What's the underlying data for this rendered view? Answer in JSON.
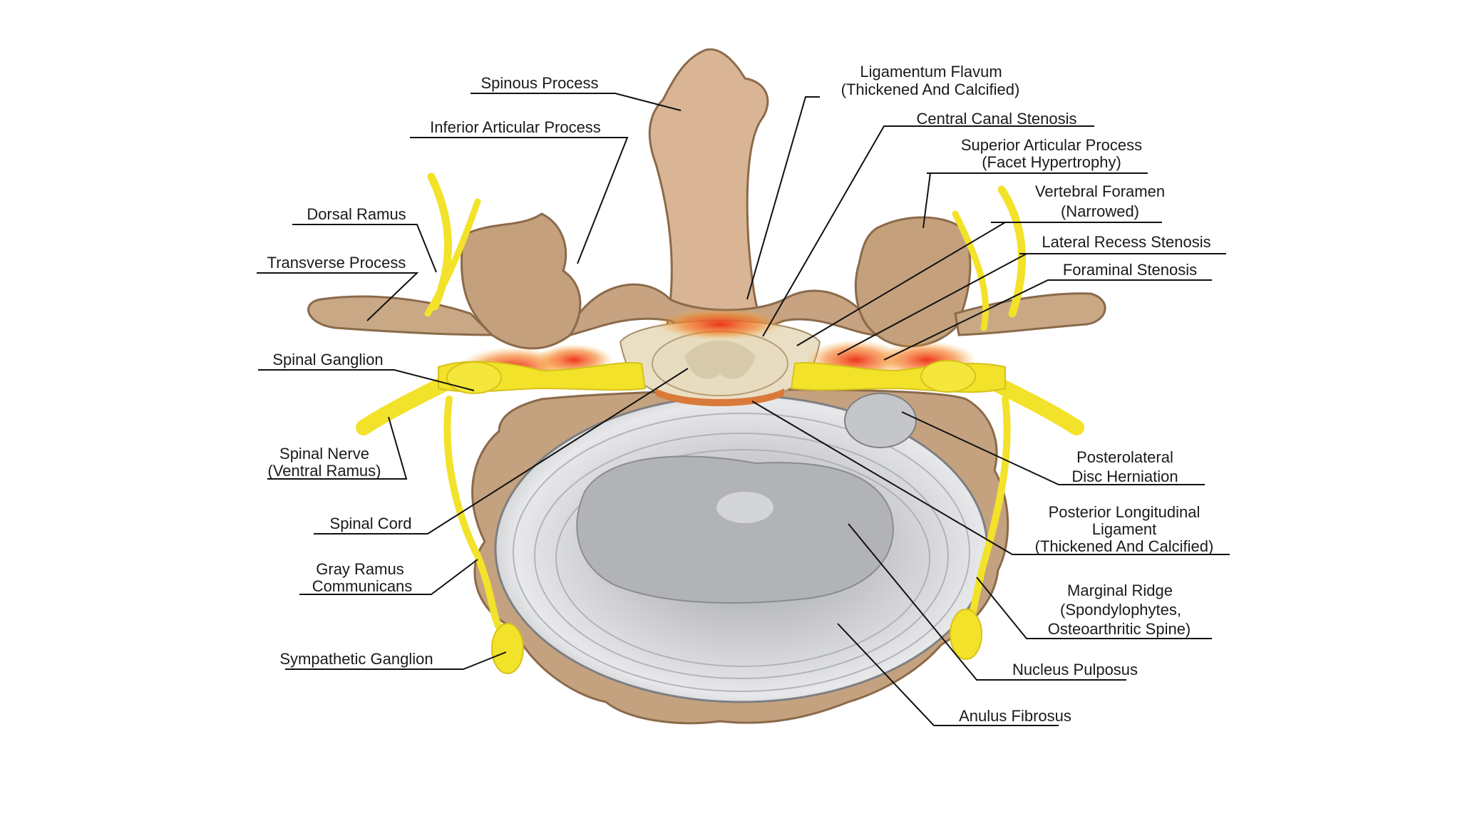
{
  "labels": {
    "spinous_process": "Spinous Process",
    "inferior_articular_process": "Inferior Articular Process",
    "dorsal_ramus": "Dorsal Ramus",
    "transverse_process": "Transverse Process",
    "spinal_ganglion": "Spinal Ganglion",
    "spinal_nerve_1": "Spinal Nerve",
    "spinal_nerve_2": "(Ventral Ramus)",
    "spinal_cord": "Spinal Cord",
    "gray_ramus_1": "Gray Ramus",
    "gray_ramus_2": "Communicans",
    "sympathetic_ganglion": "Sympathetic Ganglion",
    "ligamentum_flavum_1": "Ligamentum Flavum",
    "ligamentum_flavum_2": "(Thickened And Calcified)",
    "central_canal_stenosis": "Central Canal Stenosis",
    "superior_articular_1": "Superior Articular Process",
    "superior_articular_2": "(Facet Hypertrophy)",
    "vertebral_foramen_1": "Vertebral Foramen",
    "vertebral_foramen_2": "(Narrowed)",
    "lateral_recess_stenosis": "Lateral Recess Stenosis",
    "foraminal_stenosis": "Foraminal Stenosis",
    "posterolateral_1": "Posterolateral",
    "posterolateral_2": "Disc Herniation",
    "pll_1": "Posterior Longitudinal",
    "pll_2": "Ligament",
    "pll_3": "(Thickened And Calcified)",
    "marginal_ridge_1": "Marginal Ridge",
    "marginal_ridge_2": "(Spondylophytes,",
    "marginal_ridge_3": "Osteoarthritic Spine)",
    "nucleus_pulposus": "Nucleus Pulposus",
    "anulus_fibrosus": "Anulus Fibrosus"
  },
  "colors": {
    "bone": "#c9a886",
    "bone_dark": "#8b6a4a",
    "nerve": "#f2e22a",
    "inflammation": "#f05a1e",
    "disc": "#d9dadc",
    "nucleus": "#b9babd",
    "cord": "#e8dcc0"
  }
}
